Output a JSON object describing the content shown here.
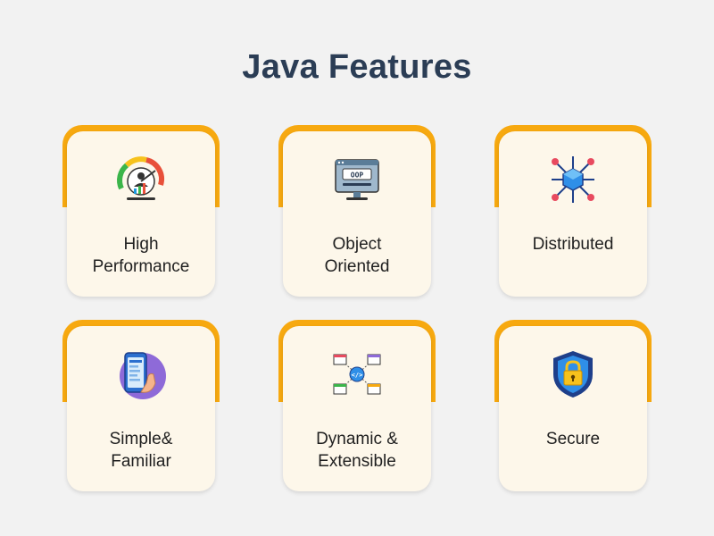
{
  "title": "Java Features",
  "features": [
    {
      "line1": "High",
      "line2": "Performance",
      "icon": "performance-gauge-icon"
    },
    {
      "line1": "Object",
      "line2": "Oriented",
      "icon": "oop-monitor-icon"
    },
    {
      "line1": "Distributed",
      "line2": "",
      "icon": "distributed-network-icon"
    },
    {
      "line1": "Simple&",
      "line2": "Familiar",
      "icon": "hand-phone-icon"
    },
    {
      "line1": "Dynamic &",
      "line2": "Extensible",
      "icon": "dynamic-windows-icon"
    },
    {
      "line1": "Secure",
      "line2": "",
      "icon": "security-shield-icon"
    }
  ],
  "colors": {
    "accent": "#f7a910",
    "card": "#fdf7ea",
    "title": "#2b3d55",
    "background": "#f2f2f2"
  }
}
